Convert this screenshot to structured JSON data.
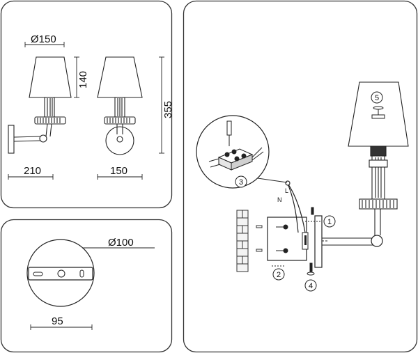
{
  "dimensions_panel": {
    "shade_diameter": "Ø150",
    "shade_height": "140",
    "total_height": "355",
    "projection": "210",
    "base_width": "150"
  },
  "mount_panel": {
    "mount_diameter": "Ø100",
    "hole_spacing": "95"
  },
  "installation_panel": {
    "wire_labels": [
      "L",
      "N"
    ],
    "steps": [
      "1",
      "2",
      "3",
      "4",
      "5"
    ]
  },
  "colors": {
    "line": "#222222",
    "panel_border": "#333333",
    "fill_light": "#f2f2f2"
  }
}
